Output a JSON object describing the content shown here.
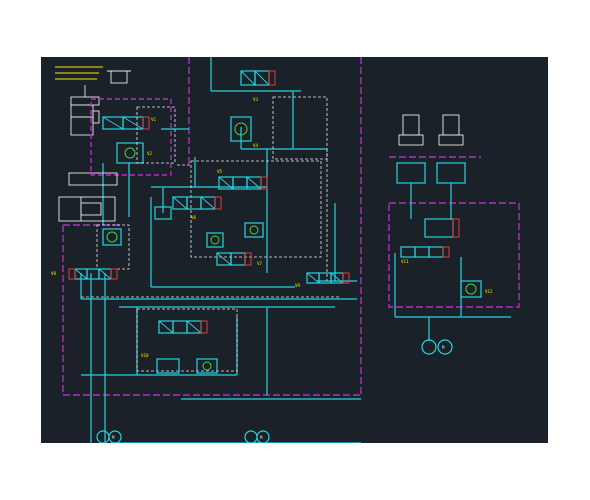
{
  "diagram": {
    "title_left_block": "",
    "label_actuator_1": "",
    "label_actuator_2": "",
    "label_right_block": "",
    "labels": {
      "v1": "V1",
      "v2": "V2",
      "v3": "V3",
      "v4": "V4",
      "v5": "V5",
      "v6": "V6",
      "v7": "V7",
      "v8": "V8",
      "v9": "V9",
      "v10": "V10",
      "v11": "V11",
      "v12": "V12"
    },
    "motor_symbol": "M",
    "colors": {
      "background": "#1b2129",
      "line_pressure": "#25d4df",
      "enclosure": "#b02fbf",
      "pilot": "#e8e8e8",
      "text": "#f2e600",
      "solenoid": "#e53b3b",
      "valve_body": "#3fd63f"
    }
  }
}
